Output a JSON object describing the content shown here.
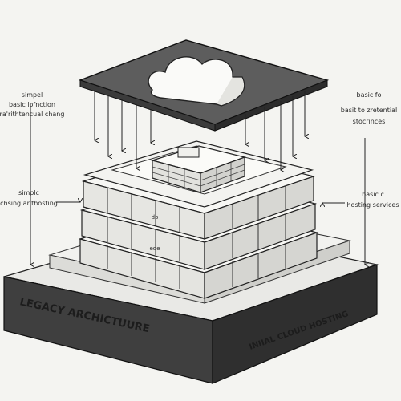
{
  "annotations": {
    "left_top": [
      "simpel",
      "basic lofnction",
      "ra'rithtencual chang"
    ],
    "left_mid": [
      "simplc",
      "chsing arithosting"
    ],
    "right_top": [
      "basic fo",
      "basit to zretential",
      "stocrinces"
    ],
    "right_mid": [
      "basic c",
      "hosting services"
    ]
  },
  "block_labels": [
    "do",
    "ede"
  ],
  "base": {
    "left_label": "LEGACY ARCHICTUURE",
    "right_label": "INIIAL CLOUD HOSTING"
  },
  "colors": {
    "background": "#f4f4f1",
    "dark_slab": "#3d3d3d",
    "top_slab": "#5a5a5a",
    "line": "#222222"
  },
  "icons": [
    "cloud-icon",
    "arrow-down-icon"
  ]
}
